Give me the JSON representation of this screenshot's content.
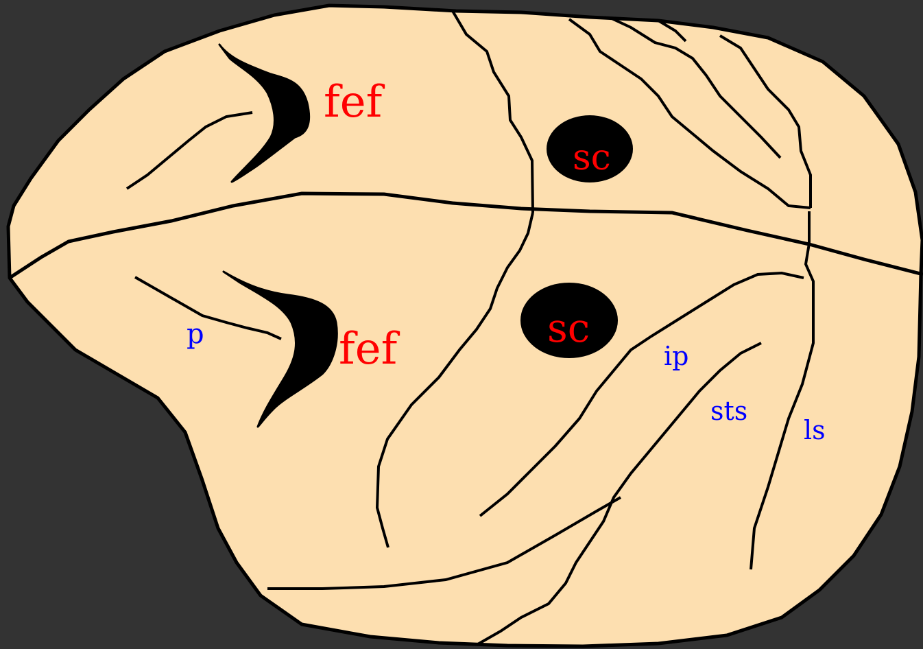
{
  "colors": {
    "background": "#333333",
    "brain_fill": "#fddfb0",
    "outline": "#000000",
    "area_label": "#ff0000",
    "sulcus_label": "#0000ff"
  },
  "labels": {
    "fef_upper": "fef",
    "fef_lower": "fef",
    "sc_upper": "sc",
    "sc_lower": "sc",
    "p": "p",
    "ip": "ip",
    "sts": "sts",
    "ls": "ls"
  }
}
